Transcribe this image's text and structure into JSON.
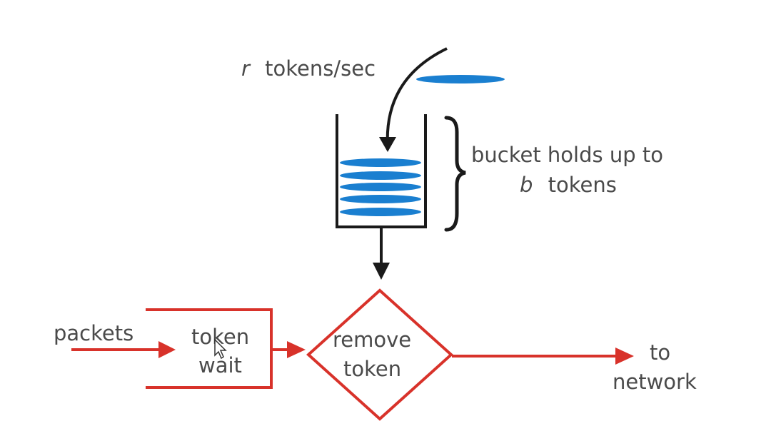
{
  "labels": {
    "rate_var": "r",
    "rate_text": "tokens/sec",
    "bucket_line1": "bucket holds up to",
    "bucket_var": "b",
    "bucket_line2_rest": "tokens",
    "packets": "packets",
    "wait_line1": "token",
    "wait_line2": "wait",
    "remove_line1": "remove",
    "remove_line2": "token",
    "network_line1": "to",
    "network_line2": "network"
  },
  "colors": {
    "token": "#1a7fd0",
    "flow": "#d8322a",
    "arrow": "#1a1a1a",
    "text": "#4a4a4a"
  },
  "icons": {
    "cursor": "cursor-icon"
  }
}
